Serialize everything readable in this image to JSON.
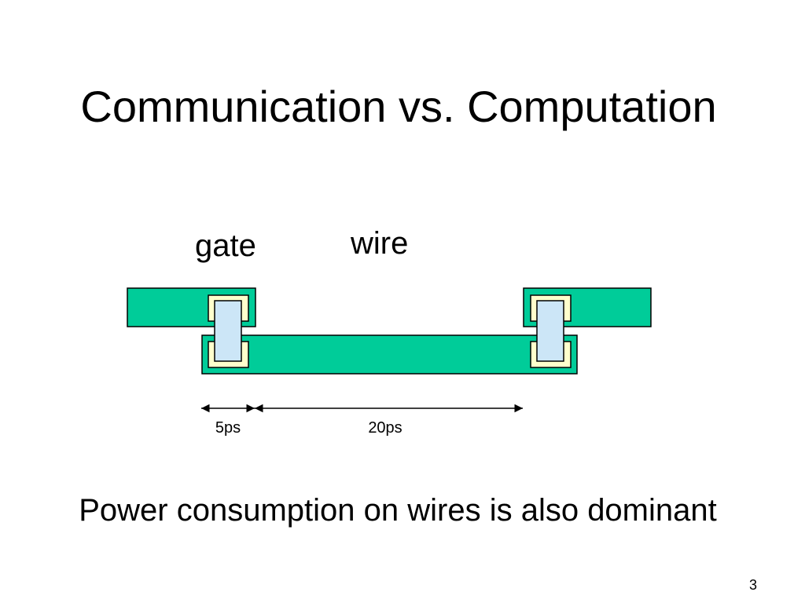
{
  "slide": {
    "title": "Communication vs. Computation",
    "caption": "Power consumption on wires is also dominant",
    "page_number": "3"
  },
  "diagram": {
    "labels": {
      "gate": "gate",
      "wire": "wire"
    },
    "measurements": {
      "gate_delay": "5ps",
      "wire_delay": "20ps"
    },
    "colors": {
      "metal": "#00cc99",
      "contact_pad": "#ffffcc",
      "via": "#cce6f7",
      "outline": "#000000"
    }
  }
}
